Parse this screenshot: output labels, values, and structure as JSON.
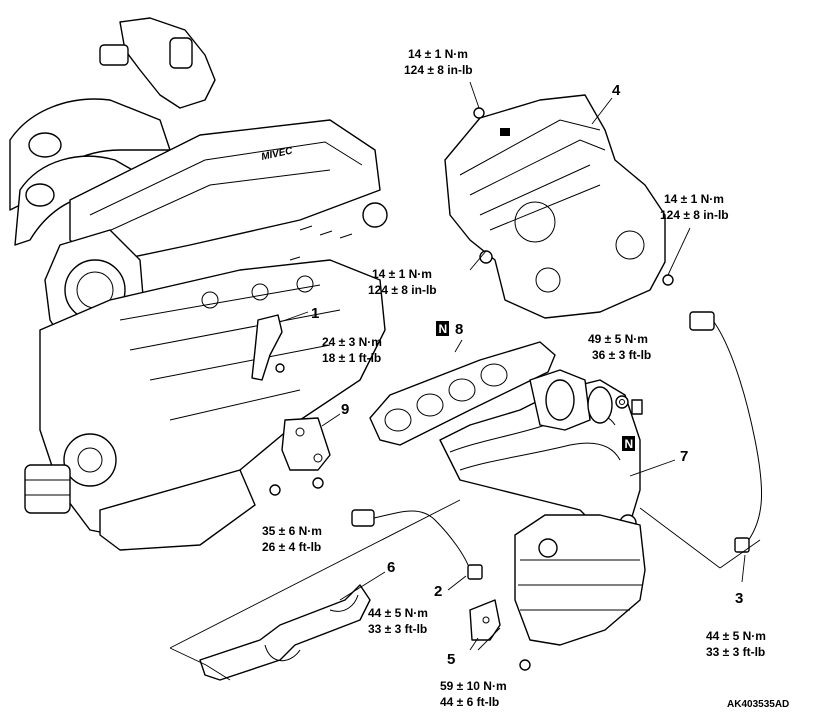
{
  "figure_code": "AK403535AD",
  "callouts": [
    {
      "id": "1",
      "torque_nm": "24 ± 3 N·m",
      "torque_imp": "18 ± 1 ft-lb"
    },
    {
      "id": "2",
      "torque_nm": "44 ± 5 N·m",
      "torque_imp": "33 ± 3 ft-lb"
    },
    {
      "id": "3",
      "torque_nm": "44 ± 5 N·m",
      "torque_imp": "33 ± 3 ft-lb"
    },
    {
      "id": "4",
      "torque_nm": "",
      "torque_imp": ""
    },
    {
      "id": "5",
      "torque_nm": "59 ± 10 N·m",
      "torque_imp": "44 ± 6 ft-lb"
    },
    {
      "id": "6",
      "torque_nm": "",
      "torque_imp": ""
    },
    {
      "id": "7",
      "torque_nm": "49 ± 5 N·m",
      "torque_imp": "36 ± 3 ft-lb"
    },
    {
      "id": "8",
      "torque_nm": "",
      "torque_imp": ""
    },
    {
      "id": "9",
      "torque_nm": "35 ± 6 N·m",
      "torque_imp": "26 ± 4 ft-lb"
    }
  ],
  "heat_shield_torques": [
    {
      "nm": "14 ± 1 N·m",
      "imp": "124 ± 8 in-lb"
    },
    {
      "nm": "14 ± 1 N·m",
      "imp": "124 ± 8 in-lb"
    },
    {
      "nm": "14 ± 1 N·m",
      "imp": "124 ± 8 in-lb"
    }
  ],
  "new_part_marker": "N",
  "engine_logo": "MIVEC"
}
